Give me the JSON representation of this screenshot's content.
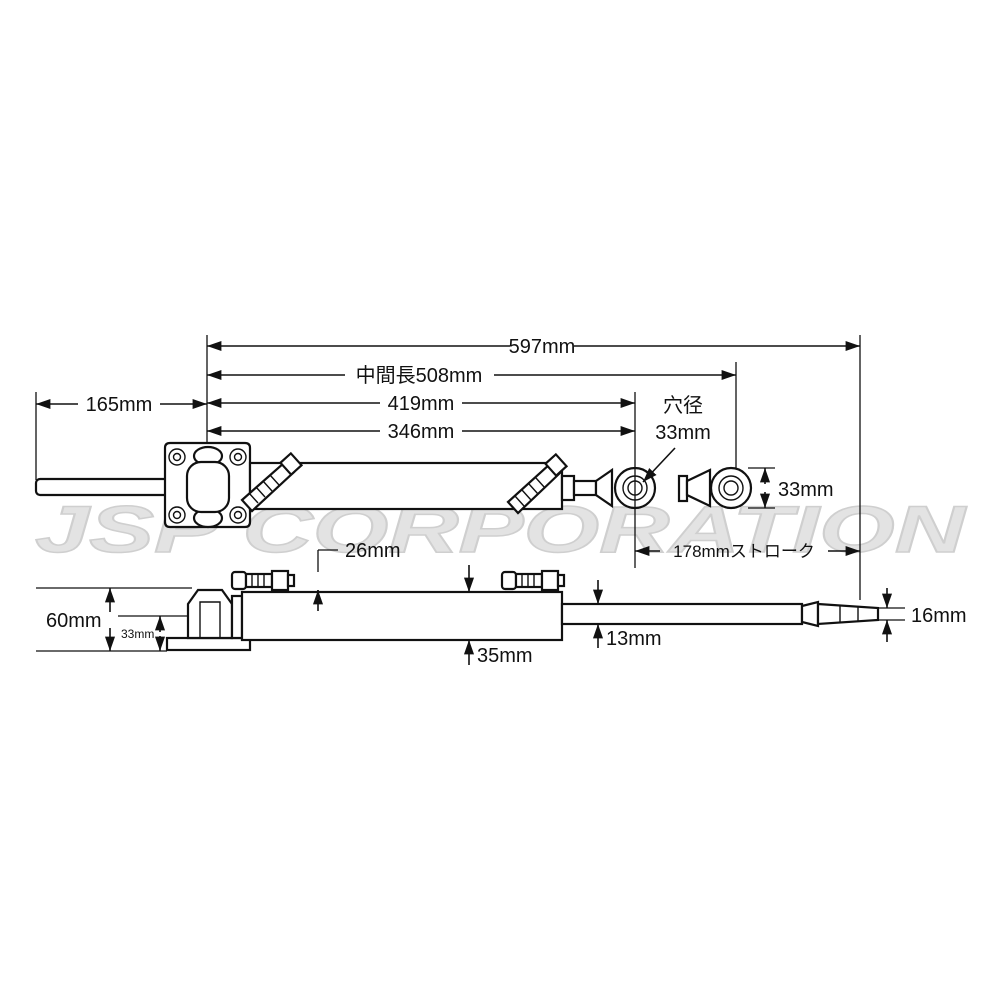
{
  "watermark": "JSP CORPORATION",
  "dimensions": {
    "overall": "597mm",
    "center_length": "中間長508mm",
    "length_419": "419mm",
    "length_346": "346mm",
    "offset_165": "165mm",
    "hole_label": "穴径",
    "hole_value": "33mm",
    "eye_height": "33mm",
    "stroke": "178mmストローク",
    "fitting_height": "26mm",
    "total_height": "60mm",
    "base_height": "33mm",
    "cylinder_dia": "35mm",
    "rod_dia": "13mm",
    "tip_dia": "16mm"
  }
}
